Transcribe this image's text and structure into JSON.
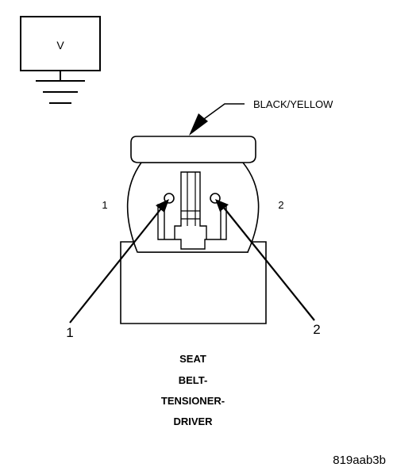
{
  "meter": {
    "symbol": "V"
  },
  "connector": {
    "wire_color": "BLACK/YELLOW",
    "cavity_left": "1",
    "cavity_right": "2"
  },
  "pointers": {
    "left": "1",
    "right": "2"
  },
  "title": {
    "line1": "SEAT",
    "line2": "BELT-",
    "line3": "TENSIONER-",
    "line4": "DRIVER"
  },
  "figure_id": "819aab3b"
}
